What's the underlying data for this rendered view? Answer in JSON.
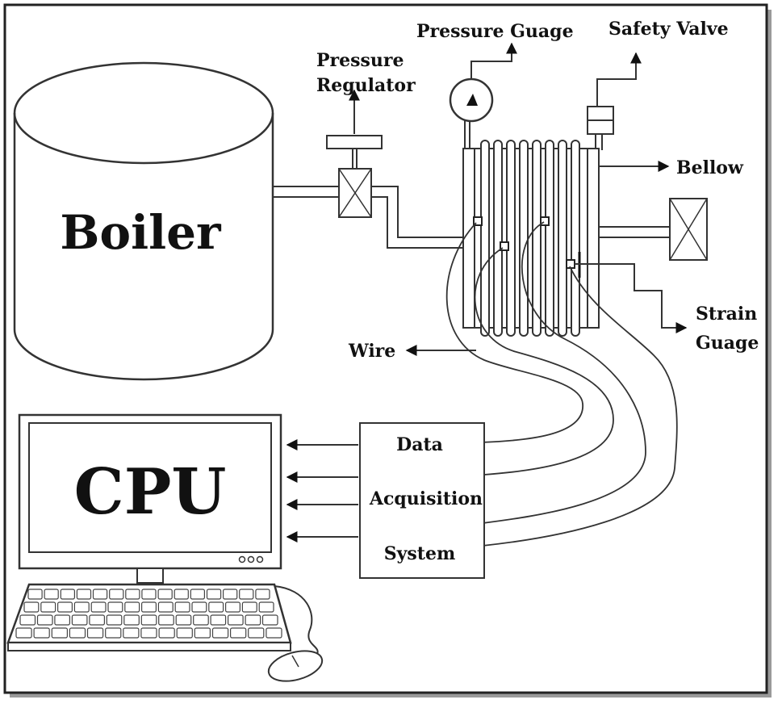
{
  "boiler": {
    "label": "Boiler"
  },
  "cpu": {
    "label": "CPU"
  },
  "daq": {
    "line1": "Data",
    "line2": "Acquisition",
    "line3": "System"
  },
  "labels": {
    "pressure_regulator_1": "Pressure",
    "pressure_regulator_2": "Regulator",
    "pressure_gauge": "Pressure Guage",
    "safety_valve": "Safety Valve",
    "bellow": "Bellow",
    "strain_gauge_1": "Strain",
    "strain_gauge_2": "Guage",
    "wire": "Wire"
  }
}
